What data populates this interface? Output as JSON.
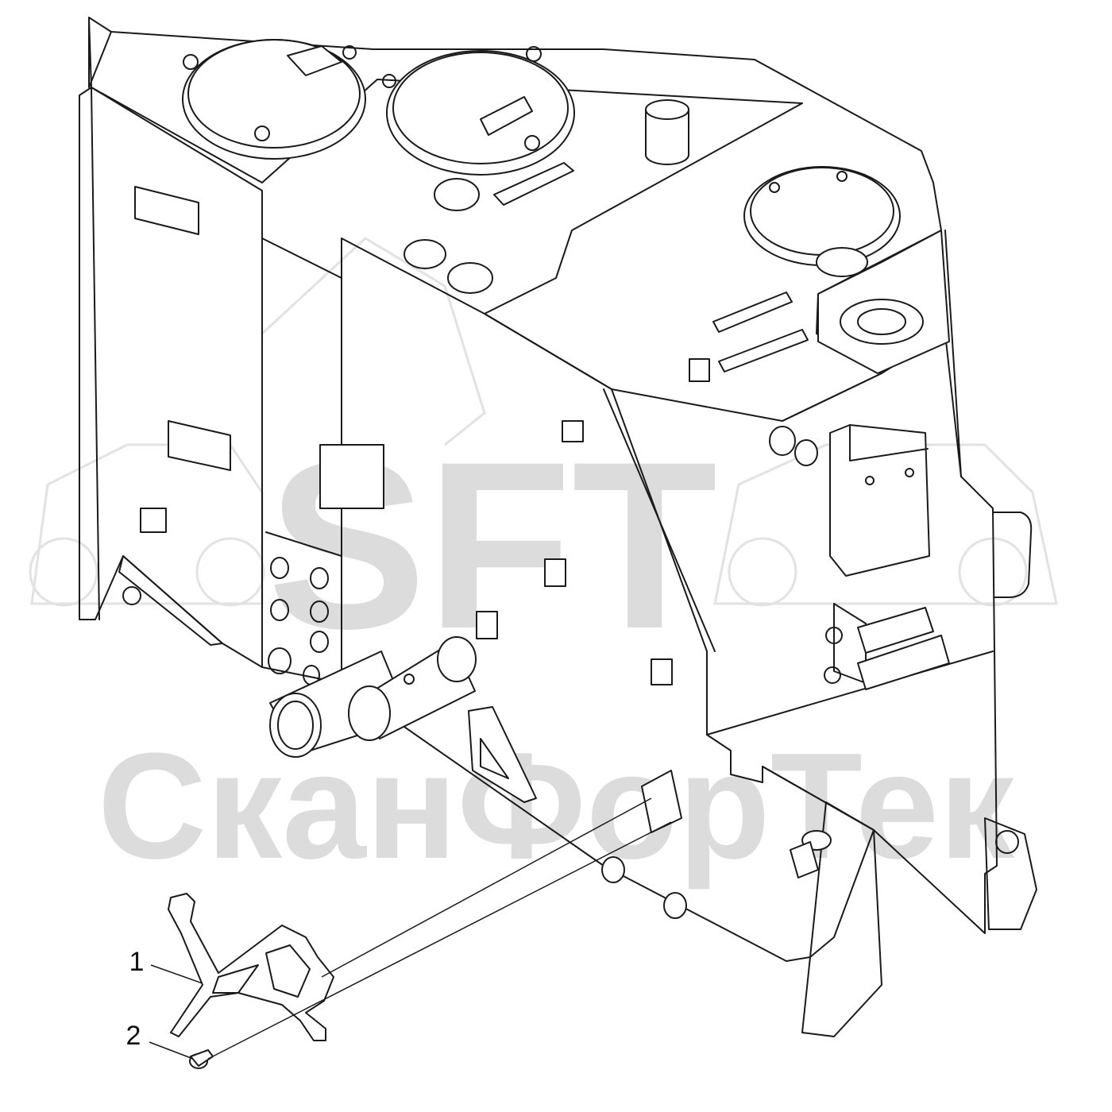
{
  "watermark": {
    "logo_text": "SFT",
    "company_text": "СканФорТек"
  },
  "callouts": [
    {
      "id": "1",
      "label": "1"
    },
    {
      "id": "2",
      "label": "2"
    }
  ],
  "colors": {
    "line": "#1a1a1a",
    "watermark": "#d9d9d9",
    "panel_fill": "#ffffff"
  }
}
